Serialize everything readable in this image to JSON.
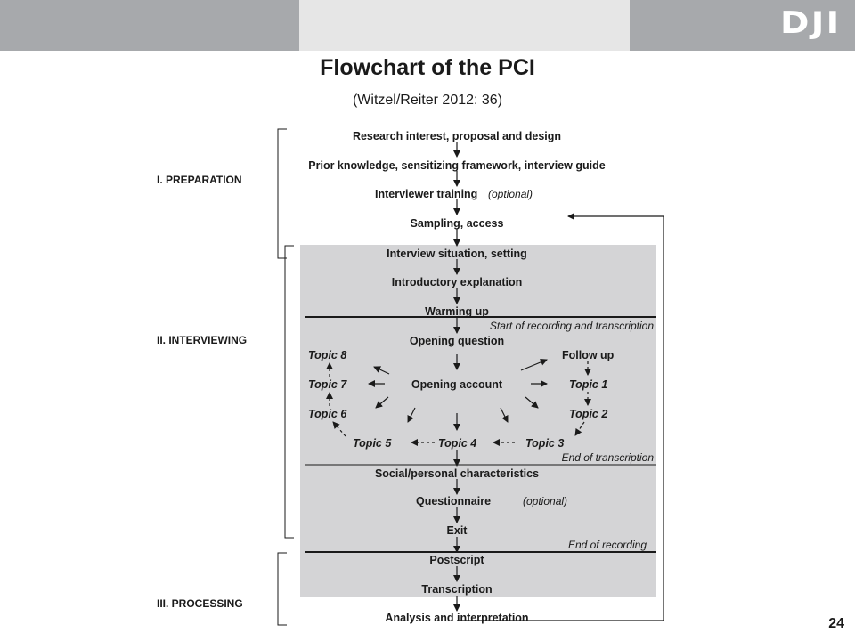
{
  "header": {
    "logo_text": "DJI"
  },
  "slide": {
    "title": "Flowchart of the PCI",
    "subtitle": "(Witzel/Reiter 2012: 36)",
    "page_number": "24"
  },
  "phases": {
    "preparation": "I. PREPARATION",
    "interviewing": "II. INTERVIEWING",
    "processing": "III. PROCESSING"
  },
  "nodes": {
    "research_interest": "Research interest, proposal and design",
    "prior_knowledge": "Prior knowledge, sensitizing framework, interview guide",
    "interviewer_training": "Interviewer training",
    "interviewer_training_optional": "(optional)",
    "sampling": "Sampling, access",
    "interview_situation": "Interview situation, setting",
    "introductory_explanation": "Introductory explanation",
    "warming_up": "Warming up",
    "opening_question": "Opening question",
    "opening_account": "Opening account",
    "follow_up": "Follow up",
    "topic_1": "Topic 1",
    "topic_2": "Topic 2",
    "topic_3": "Topic 3",
    "topic_4": "Topic 4",
    "topic_5": "Topic 5",
    "topic_6": "Topic 6",
    "topic_7": "Topic 7",
    "topic_8": "Topic 8",
    "social_characteristics": "Social/personal characteristics",
    "questionnaire": "Questionnaire",
    "questionnaire_optional": "(optional)",
    "exit": "Exit",
    "postscript": "Postscript",
    "transcription": "Transcription",
    "analysis": "Analysis and interpretation"
  },
  "notes": {
    "start_recording": "Start of recording and transcription",
    "end_transcription": "End of transcription",
    "end_recording": "End of recording"
  },
  "colors": {
    "header_gray": "#a7a9ac",
    "header_light": "#e6e6e6",
    "interview_box": "#d4d4d6"
  }
}
